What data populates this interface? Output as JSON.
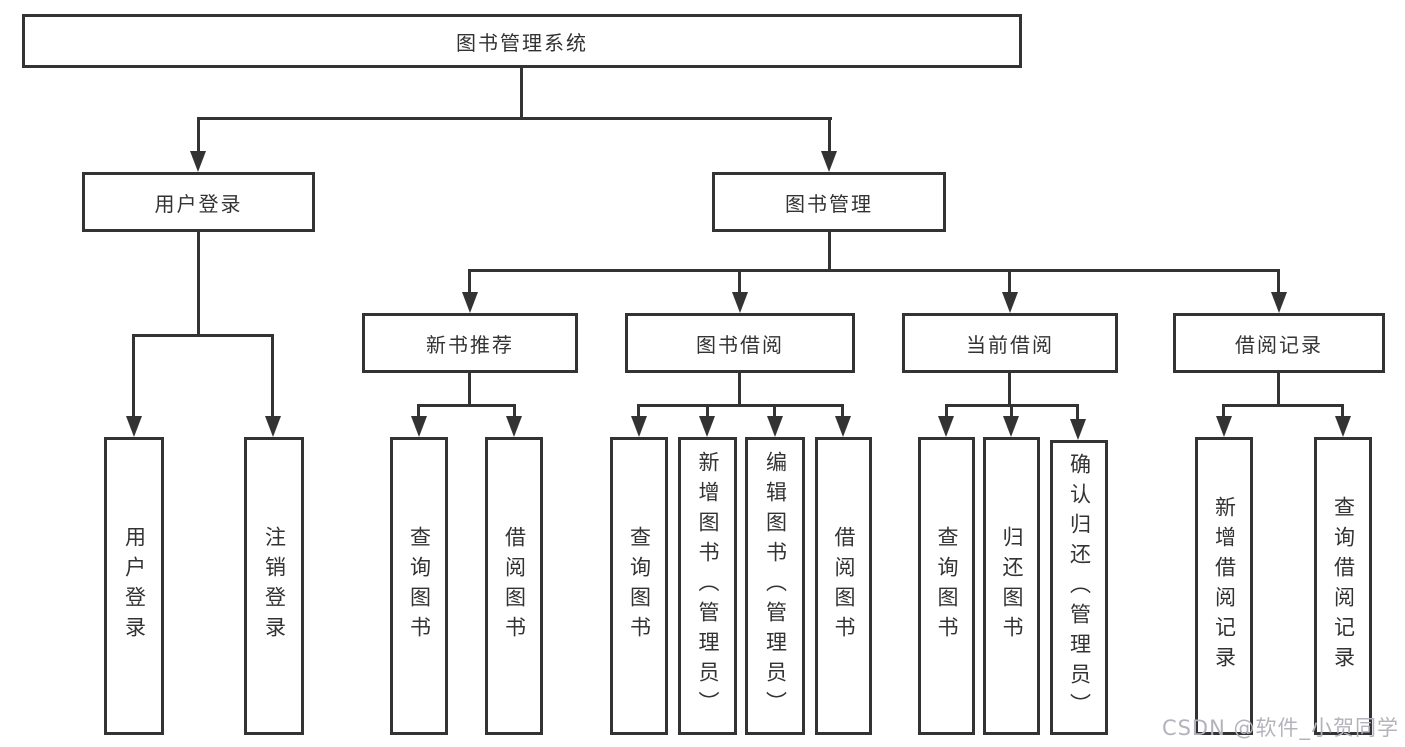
{
  "diagram": {
    "root": {
      "label": "图书管理系统"
    },
    "branches": [
      {
        "label": "用户登录"
      },
      {
        "label": "图书管理"
      }
    ],
    "modules": [
      {
        "label": "新书推荐"
      },
      {
        "label": "图书借阅"
      },
      {
        "label": "当前借阅"
      },
      {
        "label": "借阅记录"
      }
    ],
    "leaves": [
      {
        "label": "用户登录"
      },
      {
        "label": "注销登录"
      },
      {
        "label": "查询图书"
      },
      {
        "label": "借阅图书"
      },
      {
        "label": "查询图书"
      },
      {
        "label": "新增图书（管理员）"
      },
      {
        "label": "编辑图书（管理员）"
      },
      {
        "label": "借阅图书"
      },
      {
        "label": "查询图书"
      },
      {
        "label": "归还图书"
      },
      {
        "label": "确认归还（管理员）"
      },
      {
        "label": "新增借阅记录"
      },
      {
        "label": "查询借阅记录"
      }
    ],
    "colors": {
      "line": "#333333",
      "box_border": "#333333",
      "box_background": "#ffffff",
      "text": "#333333",
      "watermark": "#b3b3bc"
    }
  },
  "watermark": {
    "text": "CSDN @软件_小贺同学"
  }
}
